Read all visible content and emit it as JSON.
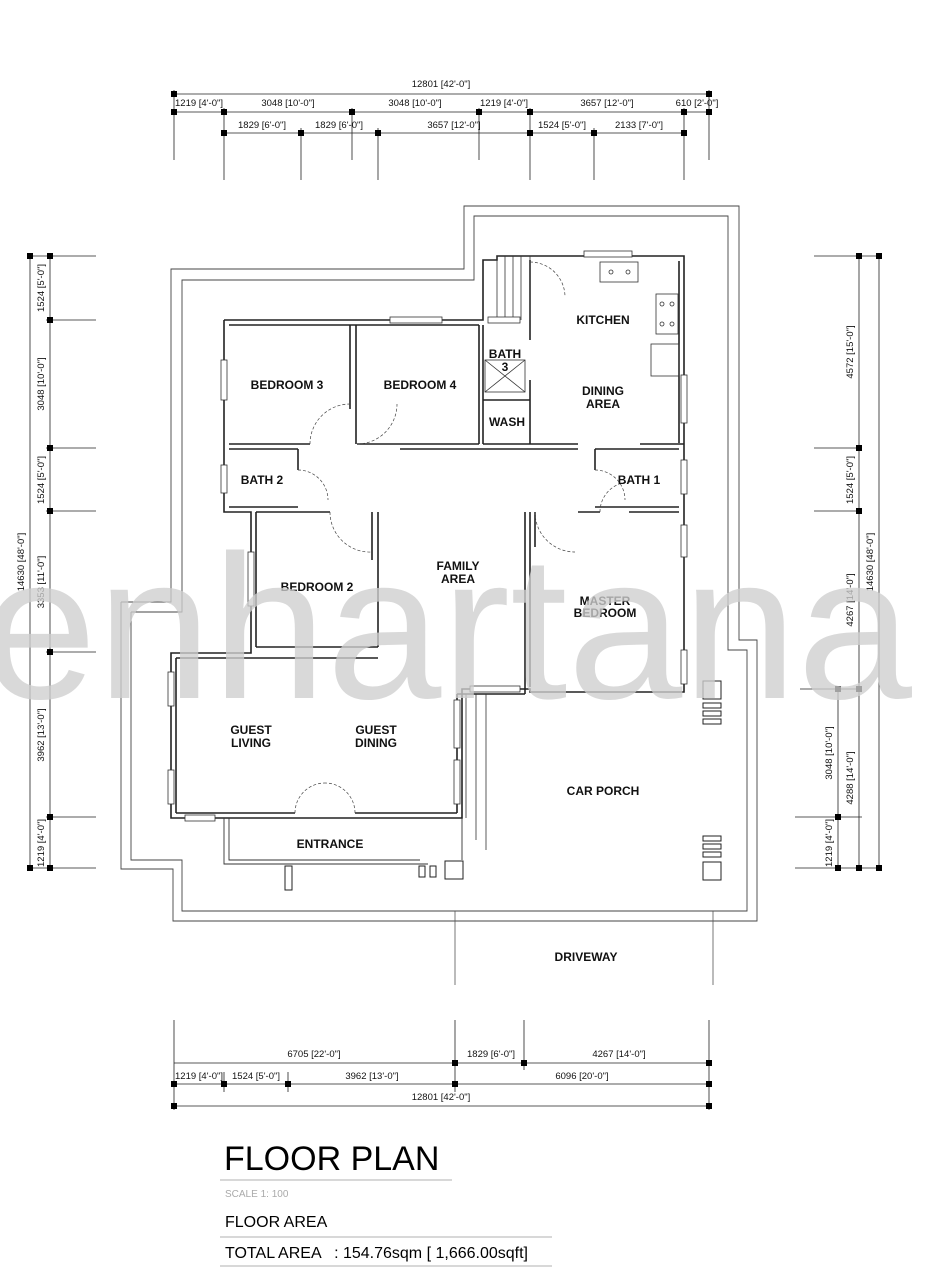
{
  "dims": {
    "top_total": "12801 [42'-0\"]",
    "top_row1": [
      "1219 [4'-0\"]",
      "3048 [10'-0\"]",
      "3048 [10'-0\"]",
      "1219 [4'-0\"]",
      "3657 [12'-0\"]",
      "610 [2'-0\"]"
    ],
    "top_row2": [
      "1829 [6'-0\"]",
      "1829 [6'-0\"]",
      "3657 [12'-0\"]",
      "1524 [5'-0\"]",
      "2133 [7'-0\"]"
    ],
    "left_col1": [
      "1524 [5'-0\"]",
      "3048 [10'-0\"]",
      "1524 [5'-0\"]",
      "3353 [11'-0\"]",
      "3962 [13'-0\"]",
      "1219 [4'-0\"]"
    ],
    "left_total": "14630 [48'-0\"]",
    "right_col1": [
      "4572 [15'-0\"]",
      "1524 [5'-0\"]",
      "4267 [14'-0\"]",
      "3048 [10'-0\"]",
      "1219 [4'-0\"]"
    ],
    "right_mid": "4288 [14'-0\"]",
    "right_total": "14630 [48'-0\"]",
    "bottom_row1": [
      "6705 [22'-0\"]",
      "1829 [6'-0\"]",
      "4267 [14'-0\"]"
    ],
    "bottom_row2": [
      "1219 [4'-0\"]",
      "1524 [5'-0\"]",
      "3962 [13'-0\"]",
      "6096 [20'-0\"]"
    ],
    "bottom_total": "12801 [42'-0\"]"
  },
  "rooms": {
    "kitchen": "KITCHEN",
    "dining_1": "DINING",
    "dining_2": "AREA",
    "bedroom3": "BEDROOM 3",
    "bedroom4": "BEDROOM 4",
    "bath3_1": "BATH",
    "bath3_2": "3",
    "wash": "WASH",
    "bath2": "BATH 2",
    "bath1": "BATH 1",
    "family_1": "FAMILY",
    "family_2": "AREA",
    "bedroom2": "BEDROOM 2",
    "master_1": "MASTER",
    "master_2": "BEDROOM",
    "guest_living_1": "GUEST",
    "guest_living_2": "LIVING",
    "guest_dining_1": "GUEST",
    "guest_dining_2": "DINING",
    "car_porch": "CAR PORCH",
    "entrance": "ENTRANCE",
    "driveway": "DRIVEWAY"
  },
  "watermark": "enhartana",
  "footer": {
    "title": "FLOOR PLAN",
    "scale": "SCALE 1: 100",
    "floor_area": "FLOOR AREA",
    "total_area": "TOTAL AREA   : 154.76sqm [ 1,666.00sqft]"
  }
}
